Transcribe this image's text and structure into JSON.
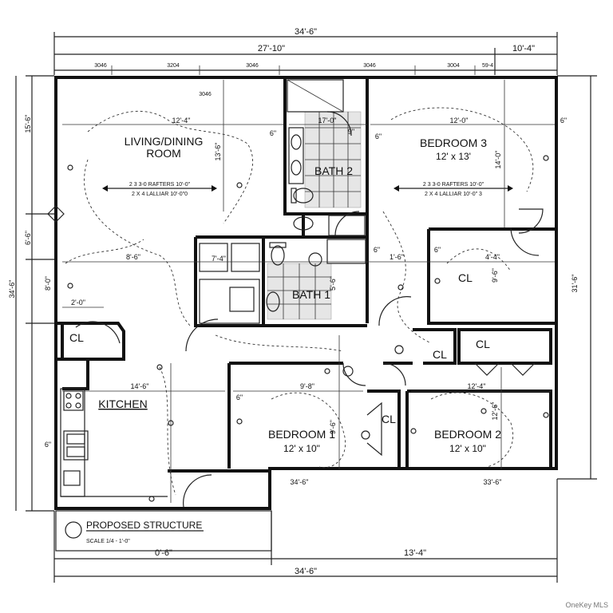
{
  "dimensions": {
    "overall_top": "34'-6\"",
    "upper_left": "27'-10\"",
    "upper_right": "10'-4\"",
    "left_upper": "15'-6\"",
    "left_mid": "6'-6\"",
    "left_overall": "34'-6\"",
    "left_lower": "6\"",
    "right_overall": "31'-6\"",
    "bottom_left": "0'-6\"",
    "bottom_right": "13'-4\"",
    "bottom_overall": "34'-6\"",
    "windows": [
      "3046",
      "3204",
      "3046",
      "3046",
      "3004",
      "59-4",
      "3046"
    ],
    "living_width": "12'-4\"",
    "bath2_width": "17'-0\"",
    "bedroom3_width": "12'-0\"",
    "living_depth": "13'-6\"",
    "bedroom3_depth": "14'-0\"",
    "hall_width": "8'-6\"",
    "left_small": "2'-0\"",
    "kitchen_width": "14'-6\"",
    "bedroom1_width": "9'-8\"",
    "bedroom2_width": "12'-4\"",
    "bedroom1_bottom": "34'-6\"",
    "bedroom2_bottom": "33'-6\"",
    "six_inch": "6\"",
    "cl_width": "4'-4\"",
    "cl_depth": "9'-6\"",
    "hall_depth": "9'-6\"",
    "bed2_depth": "12'-6\"",
    "bath_mid": "7'-4\"",
    "bath_mid2": "1'-6\"",
    "bath1_dim": "5'-6\"",
    "vert_note": "8'-0\"",
    "nine_in": "9\"",
    "window_3046": "3046"
  },
  "rooms": {
    "living_line1": "LIVING/DINING",
    "living_line2": "ROOM",
    "bedroom3": "BEDROOM 3",
    "bedroom3_size": "12' x 13'",
    "bath2": "BATH 2",
    "bath1": "BATH 1",
    "cl_right": "CL",
    "cl_left": "CL",
    "cl_hall": "CL",
    "cl_mid": "CL",
    "cl_bed": "CL",
    "kitchen": "KITCHEN",
    "bedroom1": "BEDROOM 1",
    "bedroom1_size": "12' x 10\"",
    "bedroom2": "BEDROOM 2",
    "bedroom2_size": "12' x 10\""
  },
  "rafters": {
    "living_line1": "2 3 3-0 RAFTERS 10'-0\"",
    "living_line2": "2 X 4 LALLIAR 10'-0\"0",
    "bed3_line1": "2 3 3-0 RAFTERS 10'-0\"",
    "bed3_line2": "2 X 4 LALLIAR 10'-0\" 3"
  },
  "title_block": {
    "title": "PROPOSED STRUCTURE",
    "scale": "SCALE 1/4 - 1'-0\""
  },
  "watermark": "OneKey MLS"
}
